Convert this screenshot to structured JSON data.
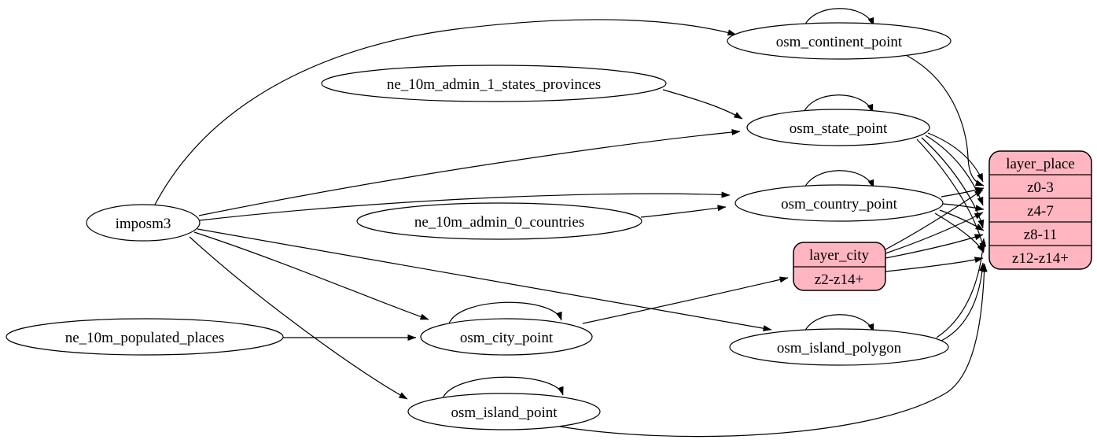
{
  "colors": {
    "record_fill": "#ffb6c1",
    "node_fill": "#ffffff",
    "edge_color": "#000000",
    "background": "#ffffff"
  },
  "nodes": {
    "imposm3": {
      "label": "imposm3"
    },
    "ne_10m_admin_1_states_provinces": {
      "label": "ne_10m_admin_1_states_provinces"
    },
    "ne_10m_admin_0_countries": {
      "label": "ne_10m_admin_0_countries"
    },
    "ne_10m_populated_places": {
      "label": "ne_10m_populated_places"
    },
    "osm_continent_point": {
      "label": "osm_continent_point"
    },
    "osm_state_point": {
      "label": "osm_state_point"
    },
    "osm_country_point": {
      "label": "osm_country_point"
    },
    "osm_city_point": {
      "label": "osm_city_point"
    },
    "osm_island_polygon": {
      "label": "osm_island_polygon"
    },
    "osm_island_point": {
      "label": "osm_island_point"
    }
  },
  "layer_city": {
    "title": "layer_city",
    "rows": [
      "z2-z14+"
    ]
  },
  "layer_place": {
    "title": "layer_place",
    "rows": [
      "z0-3",
      "z4-7",
      "z8-11",
      "z12-z14+"
    ]
  },
  "edges": [
    {
      "from": "imposm3",
      "to": "osm_continent_point"
    },
    {
      "from": "imposm3",
      "to": "osm_state_point"
    },
    {
      "from": "imposm3",
      "to": "osm_country_point"
    },
    {
      "from": "imposm3",
      "to": "osm_city_point"
    },
    {
      "from": "imposm3",
      "to": "osm_island_polygon"
    },
    {
      "from": "imposm3",
      "to": "osm_island_point"
    },
    {
      "from": "ne_10m_admin_1_states_provinces",
      "to": "osm_state_point"
    },
    {
      "from": "ne_10m_admin_0_countries",
      "to": "osm_country_point"
    },
    {
      "from": "ne_10m_populated_places",
      "to": "osm_city_point"
    },
    {
      "from": "osm_continent_point",
      "to": "osm_continent_point"
    },
    {
      "from": "osm_state_point",
      "to": "osm_state_point"
    },
    {
      "from": "osm_country_point",
      "to": "osm_country_point"
    },
    {
      "from": "osm_city_point",
      "to": "osm_city_point"
    },
    {
      "from": "osm_island_polygon",
      "to": "osm_island_polygon"
    },
    {
      "from": "osm_island_point",
      "to": "osm_island_point"
    },
    {
      "from": "osm_city_point",
      "to": "layer_city",
      "port": "z2-z14+"
    },
    {
      "from": "osm_continent_point",
      "to": "layer_place",
      "port": "z0-3"
    },
    {
      "from": "osm_state_point",
      "to": "layer_place",
      "port": "z0-3"
    },
    {
      "from": "osm_country_point",
      "to": "layer_place",
      "port": "z0-3"
    },
    {
      "from": "layer_city",
      "to": "layer_place",
      "port": "z0-3"
    },
    {
      "from": "osm_state_point",
      "to": "layer_place",
      "port": "z4-7"
    },
    {
      "from": "osm_country_point",
      "to": "layer_place",
      "port": "z4-7"
    },
    {
      "from": "layer_city",
      "to": "layer_place",
      "port": "z4-7"
    },
    {
      "from": "osm_state_point",
      "to": "layer_place",
      "port": "z8-11"
    },
    {
      "from": "osm_country_point",
      "to": "layer_place",
      "port": "z8-11"
    },
    {
      "from": "layer_city",
      "to": "layer_place",
      "port": "z8-11"
    },
    {
      "from": "osm_island_polygon",
      "to": "layer_place",
      "port": "z8-11"
    },
    {
      "from": "osm_state_point",
      "to": "layer_place",
      "port": "z12-z14+"
    },
    {
      "from": "osm_country_point",
      "to": "layer_place",
      "port": "z12-z14+"
    },
    {
      "from": "layer_city",
      "to": "layer_place",
      "port": "z12-z14+"
    },
    {
      "from": "osm_island_polygon",
      "to": "layer_place",
      "port": "z12-z14+"
    },
    {
      "from": "osm_island_point",
      "to": "layer_place",
      "port": "z12-z14+"
    }
  ]
}
